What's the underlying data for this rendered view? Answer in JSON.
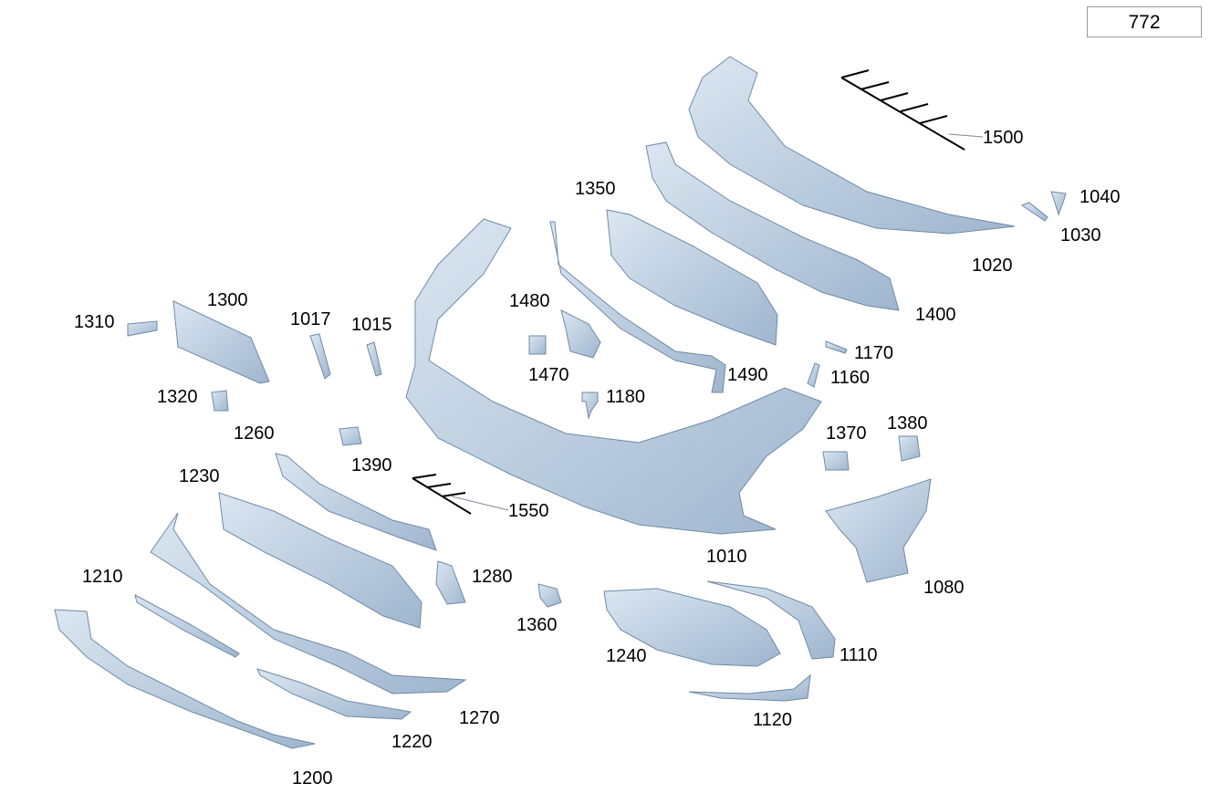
{
  "page_number": "772",
  "parts": [
    "1500",
    "1040",
    "1030",
    "1020",
    "1350",
    "1400",
    "1300",
    "1310",
    "1017",
    "1015",
    "1480",
    "1470",
    "1490",
    "1170",
    "1160",
    "1180",
    "1320",
    "1260",
    "1390",
    "1370",
    "1380",
    "1230",
    "1550",
    "1010",
    "1080",
    "1210",
    "1280",
    "1360",
    "1240",
    "1110",
    "1270",
    "1220",
    "1120",
    "1200"
  ],
  "colors": {
    "part_fill_light": "#dbe6f1",
    "part_fill_dark": "#9fb6cf",
    "outline": "#6f8aa6"
  }
}
